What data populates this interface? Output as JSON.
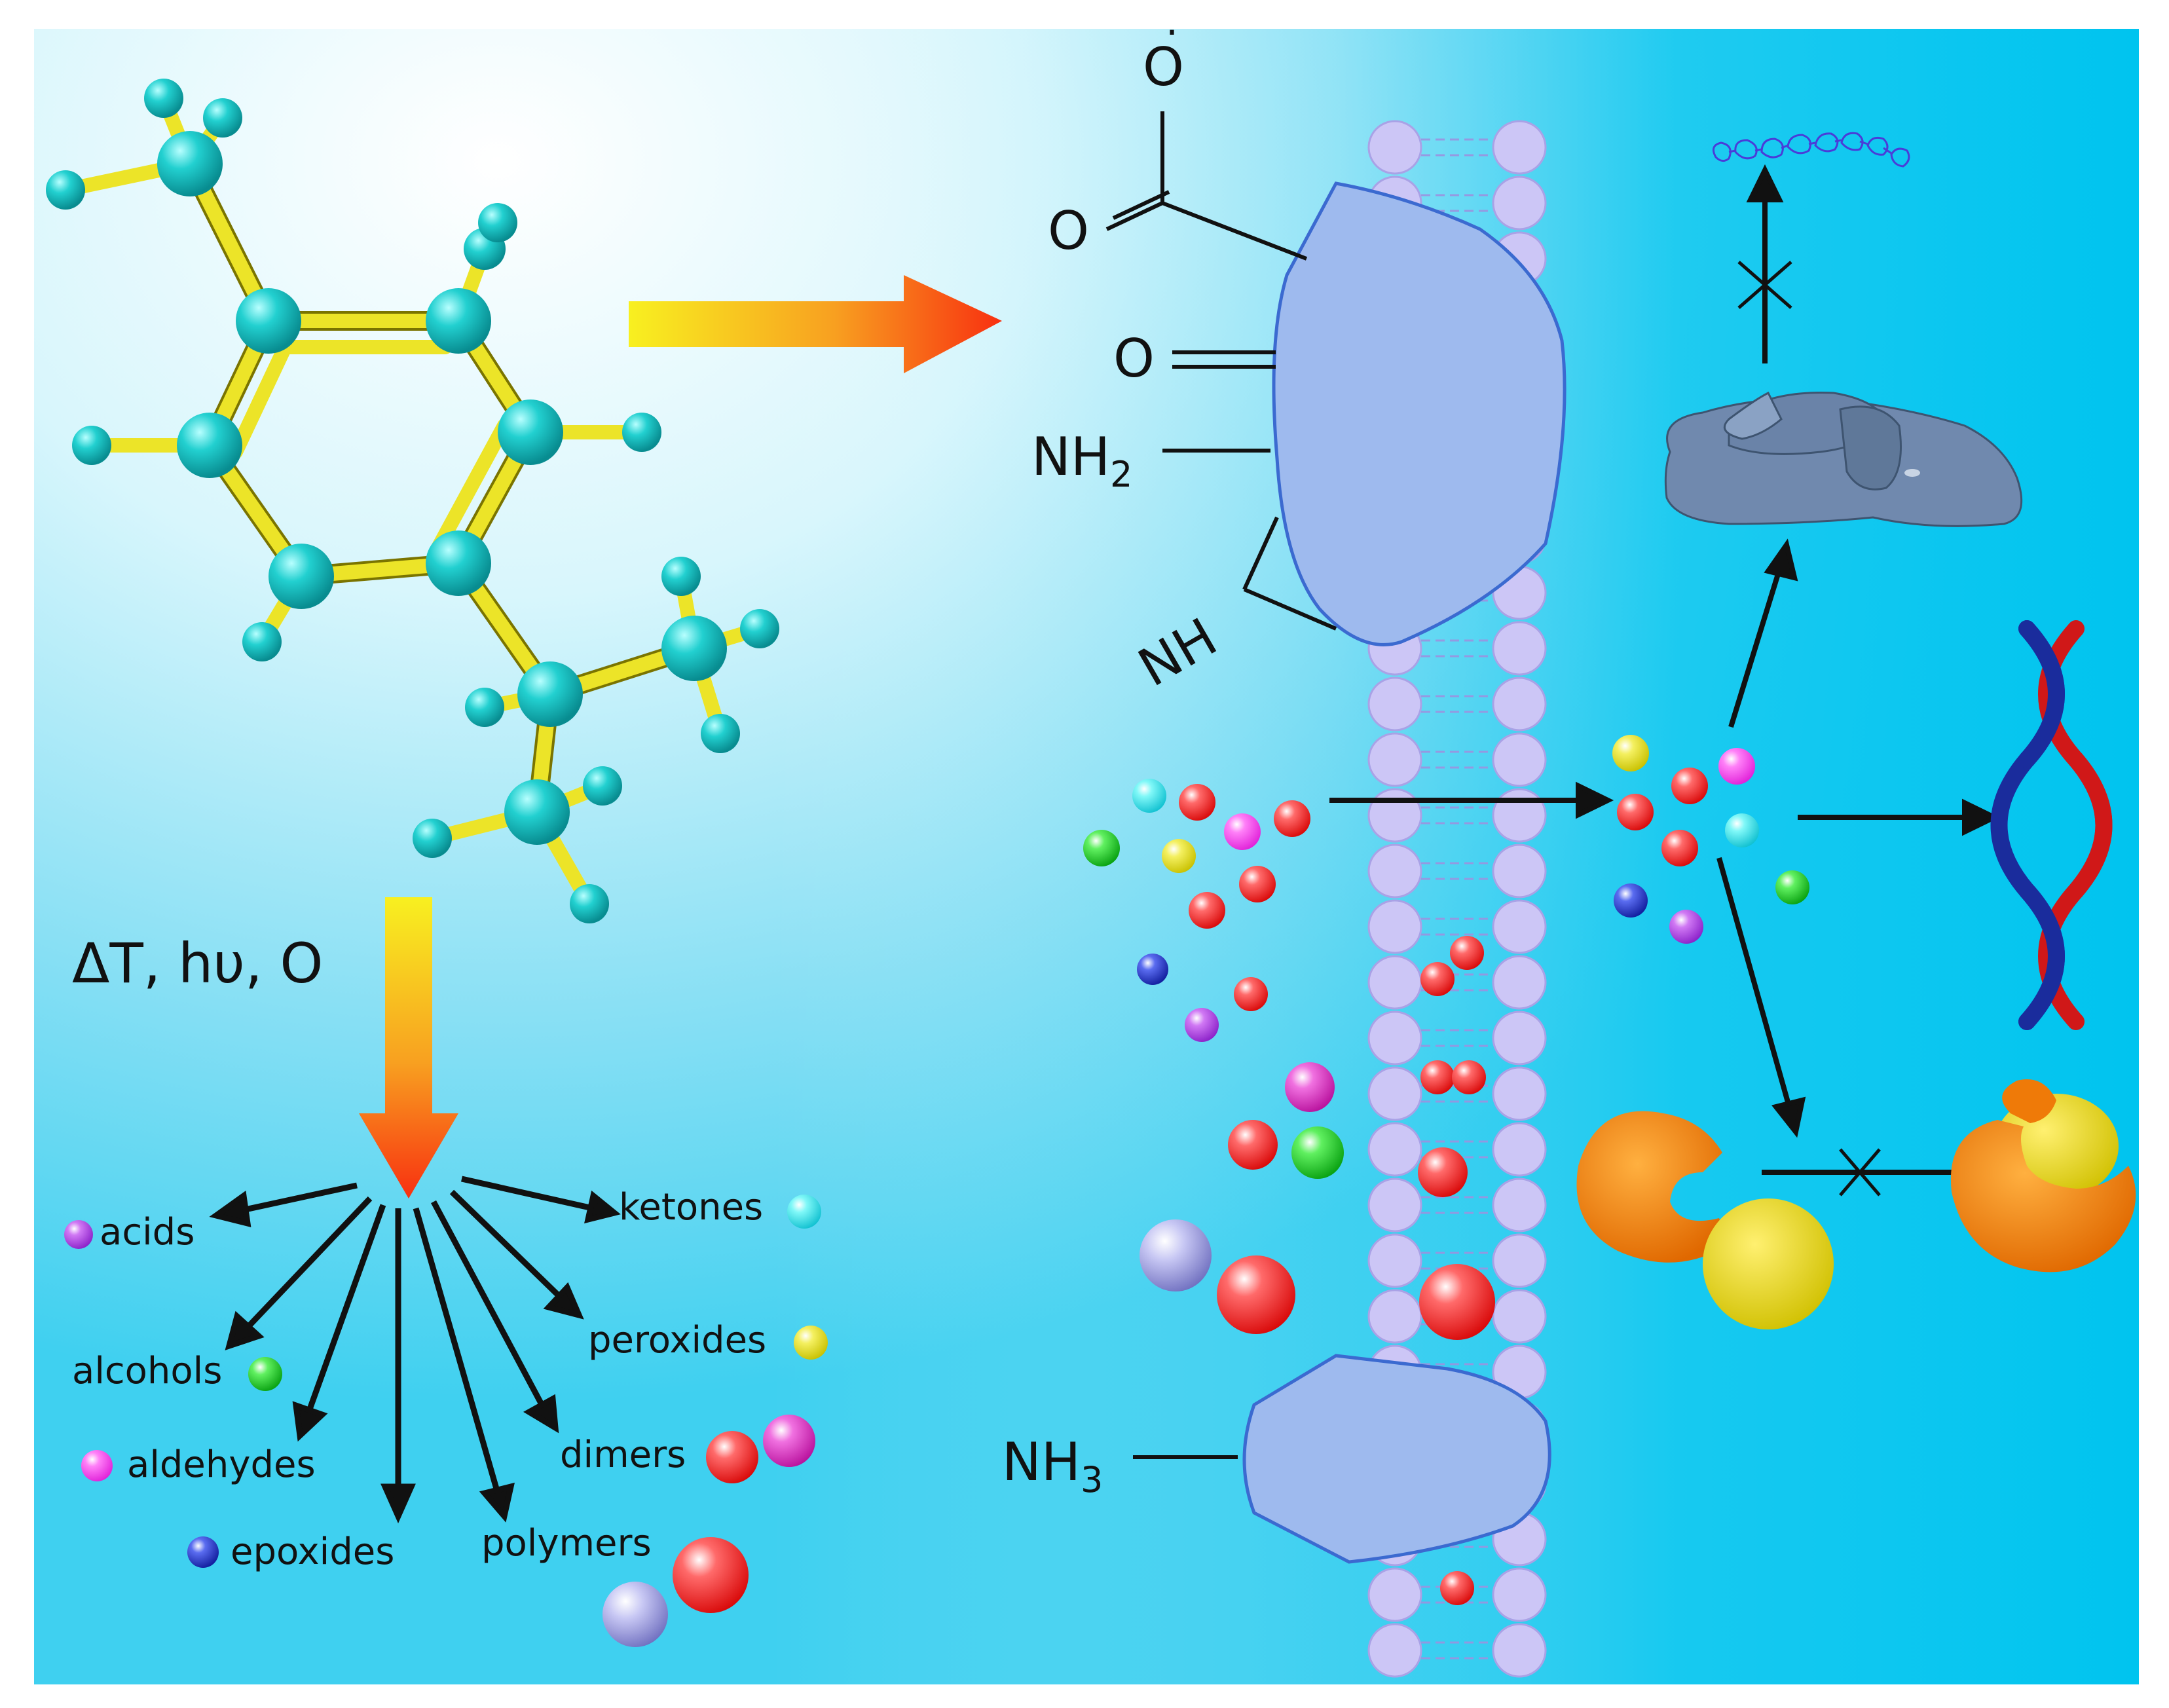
{
  "conditions_label": "ΔT, hυ, O",
  "products": {
    "acids": "acids",
    "alcohols": "alcohols",
    "aldehydes": "aldehydes",
    "epoxides": "epoxides",
    "polymers": "polymers",
    "dimers": "dimers",
    "peroxides": "peroxides",
    "ketones": "ketones"
  },
  "protein_groups": {
    "o_minus": "O",
    "carbonyl_o_1": "O",
    "carbonyl_o_2": "O",
    "nh2": "NH",
    "nh2_sub": "2",
    "nh": "NH",
    "nh3": "NH",
    "nh3_sub": "3"
  },
  "colors": {
    "acids": "#b640e0",
    "alcohols": "#18c020",
    "aldehydes": "#f040e8",
    "epoxides": "#2030c8",
    "polymers": "#a8a8e8",
    "dimers": "#e81818",
    "peroxides": "#e6e010",
    "ketones": "#30e0e8",
    "molecule_atom": "#1ec8c8",
    "molecule_bond": "#e8e020",
    "membrane": "#c9c4f4",
    "protein": "#9fb8ea",
    "ribosome": "#6f87ad",
    "enzyme": "#f08010",
    "substrate": "#e6d810",
    "dna_red": "#d01818",
    "dna_blue": "#1a2c9c",
    "background_top": "#e8fcff",
    "background_right": "#00c8f0"
  },
  "icons": [
    "molecule-3d-icon",
    "cell-membrane-icon",
    "transmembrane-protein-icon",
    "ribosome-icon",
    "dna-helix-icon",
    "enzyme-icon",
    "substrate-icon",
    "peptide-chain-icon",
    "blocked-arrow-icon"
  ]
}
